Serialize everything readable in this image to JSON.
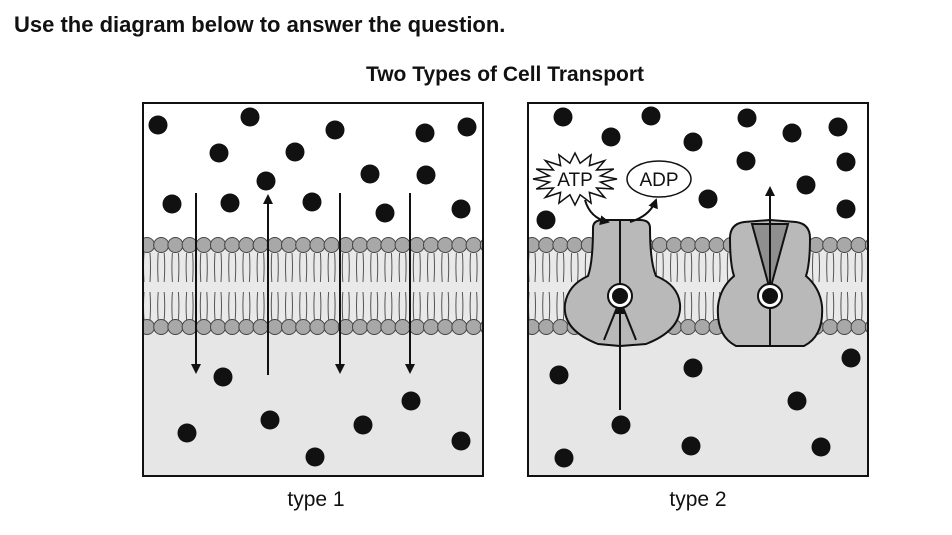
{
  "instruction": "Use the diagram below to answer the question.",
  "title": "Two Types of Cell Transport",
  "panels": [
    {
      "caption": "type 1"
    },
    {
      "caption": "type 2",
      "atp_label": "ATP",
      "adp_label": "ADP"
    }
  ],
  "colors": {
    "outside": "#ffffff",
    "inside": "#e6e6e6",
    "membrane_band": "#e9e9e9",
    "phospholipid_head": "#a8a8a8",
    "protein": "#b9b9b9",
    "protein_dark": "#8f8f8f",
    "outline": "#111111"
  },
  "icons": {
    "molecule": "black-dot",
    "atp": "starburst",
    "adp": "ellipse"
  }
}
